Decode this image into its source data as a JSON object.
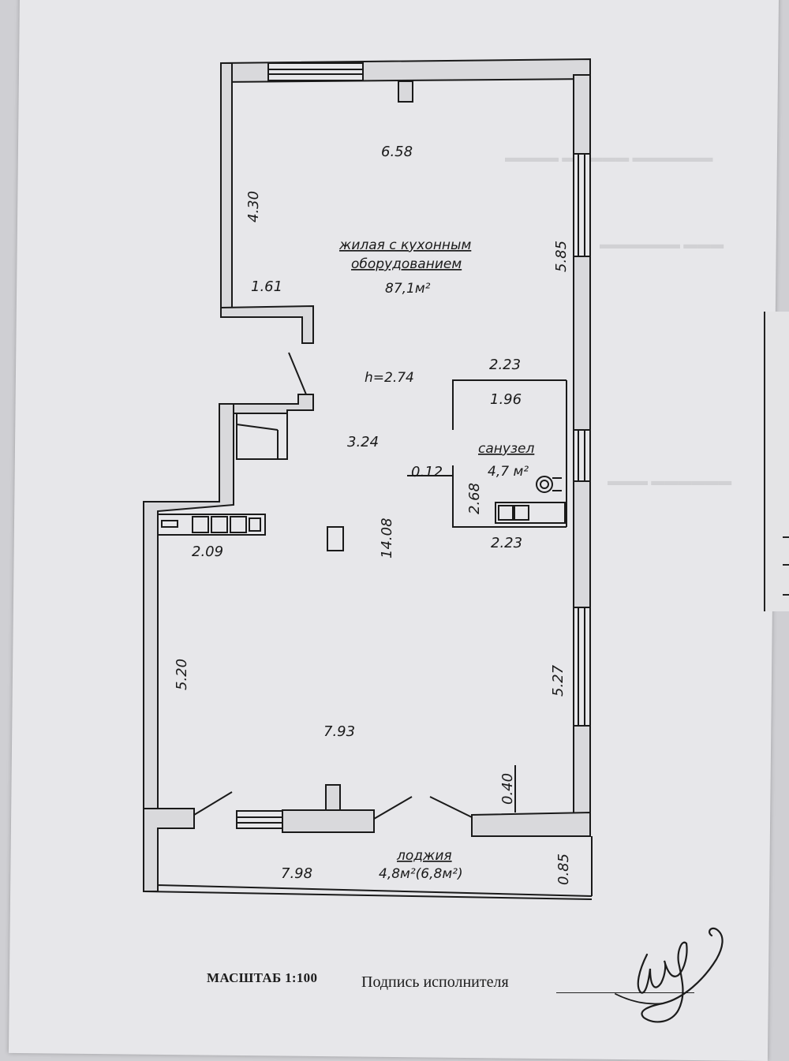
{
  "plan": {
    "dimensions": {
      "top_width": "6.58",
      "left_upper_wall": "4.30",
      "right_upper_wall": "5.85",
      "ledge_width": "1.61",
      "bathroom_top": "2.23",
      "bathroom_inner": "1.96",
      "corridor": "3.24",
      "bathroom_offset": "0.12",
      "bathroom_depth": "2.68",
      "total_length": "14.08",
      "bathroom_bottom": "2.23",
      "kitchen_run": "2.09",
      "left_lower_wall": "5.20",
      "right_lower_wall": "5.27",
      "bottom_width": "7.93",
      "pier_width": "0.40",
      "loggia_width": "7.98",
      "loggia_depth": "0.85"
    },
    "rooms": {
      "living": {
        "name_line1": "жилая с кухонным",
        "name_line2": "оборудованием",
        "area": "87,1м²",
        "height": "h=2.74"
      },
      "bathroom": {
        "name": "санузел",
        "area": "4,7 м²"
      },
      "loggia": {
        "name": "лоджия",
        "area": "4,8м²(6,8м²)"
      }
    }
  },
  "footer": {
    "scale": "МАСШТАБ 1:100",
    "signature_label": "Подпись исполнителя"
  },
  "colors": {
    "paper": "#e7e7ea",
    "ink": "#1a1a1a"
  }
}
